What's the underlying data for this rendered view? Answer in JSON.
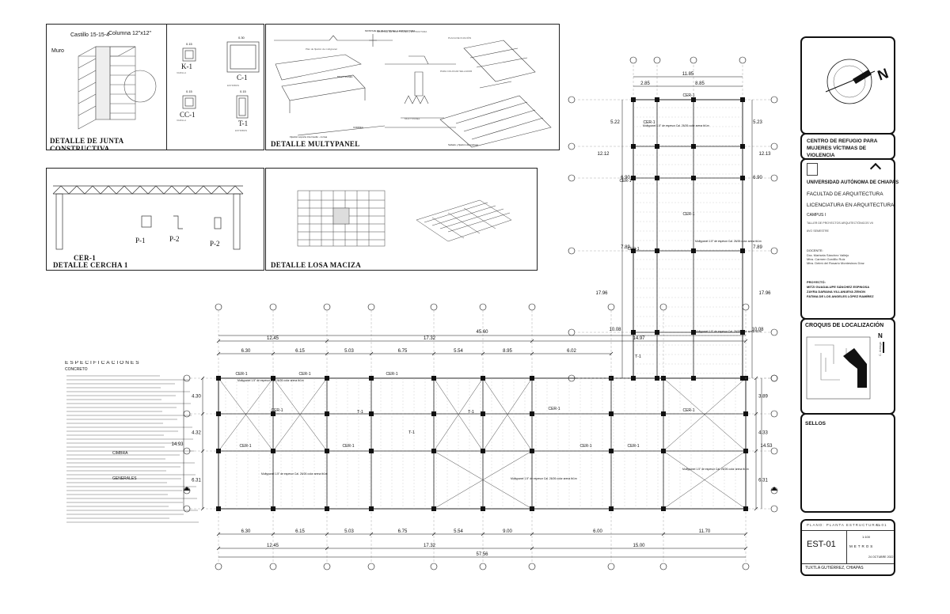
{
  "details": {
    "junta": {
      "title": "DETALLE DE JUNTA CONSTRUCTIVA",
      "castillo": "Castillo 15-15-4",
      "columna": "Columna 12\"x12\"",
      "muro": "Muro"
    },
    "secciones": {
      "k1": "K-1",
      "c1": "C-1",
      "cc1": "CC-1",
      "t1": "T-1",
      "k1_dim": "0.15",
      "c1_dim": "0.30",
      "cc1_dim": "0.15",
      "t1_dim": "0.15"
    },
    "multypanel": {
      "title": "DETALLE MULTYPANEL",
      "note_a": "MONTAJE DE MULTYPANEL A ESTRUCTURA",
      "note_b": "MULTYPANEL",
      "note_c": "CORREA",
      "note_d": "Fijación soporte intermedio - correa",
      "note_e": "Sellado y fijación de traslape"
    },
    "cercha": {
      "title_a": "CER-1",
      "title_b": "DETALLE CERCHA 1",
      "p1": "P-1",
      "p2": "P-2",
      "p2b": "P-2"
    },
    "losa": {
      "title": "DETALLE LOSA MACIZA"
    }
  },
  "specs": {
    "heading": "ESPECIFICACIONES",
    "sub_concreto": "CONCRETO",
    "sub_cimbra": "CIMBRA",
    "sub_generales": "GENERALES"
  },
  "plan": {
    "top_dims": [
      "12.45",
      "17.32",
      "14.97"
    ],
    "overall_top": "45.60",
    "mid_dims": [
      "6.30",
      "6.15",
      "5.03",
      "6.75",
      "5.54",
      "8.95",
      "6.02"
    ],
    "bottom_dims": [
      "6.30",
      "6.15",
      "5.03",
      "6.75",
      "5.54",
      "9.00",
      "6.00",
      "11.70"
    ],
    "bottom_dims2": [
      "12.45",
      "17.32",
      "15.00"
    ],
    "overall_bottom": "57.56",
    "left_dims": [
      "4.30",
      "4.32",
      "6.31"
    ],
    "left_total": "14.93",
    "right_dims": [
      "3.89",
      "4.33",
      "6.31"
    ],
    "right_total": "14.53",
    "wing_top": "11.85",
    "wing_top_a": "2.85",
    "wing_top_b": "8.85",
    "wing_left": [
      "5.22",
      "12.12",
      "6.90",
      "7.89",
      "17.96",
      "10.08"
    ],
    "wing_right": [
      "5.23",
      "12.13",
      "6.90",
      "7.89",
      "17.96",
      "10.08"
    ],
    "beam_label": "CER-1",
    "truss_label": "T-1",
    "panel_note": "Multypanel 1.5\" de espesor Cal. 26/26 color arena tb1m"
  },
  "title_block": {
    "project": "CENTRO DE REFUGIO PARA MUJERES VÍCTIMAS DE VIOLENCIA",
    "university": "UNIVERSIDAD AUTÓNOMA DE CHIAPAS",
    "faculty": "FACULTAD DE ARQUITECTURA",
    "degree": "LICENCIATURA EN ARQUITECTURA",
    "campus": "CAMPUS I",
    "course": "TALLER DE PROYECTOS ARQUITECTÓNICOS VII",
    "semester": "8VO SEMESTRE",
    "docente_label": "DOCENTE:",
    "docentes": [
      "Dra. Marisela Sánchez Vallejo",
      "Mtra. Carmen Gordillo Ruiz",
      "Mtra. Delmi del Rosario Montesinos Díaz"
    ],
    "proyecto_label": "PROYECTÓ:",
    "students": [
      "MITZI GUADALUPE SÁNCHEZ ESPINOSA",
      "ZAYRA DARIANA VILLANUEVA ZENON",
      "FATIMA DE LOS ANGELES LÓPEZ RAMÍREZ"
    ],
    "croquis": "CROQUIS DE LOCALIZACIÓN",
    "north": "N",
    "sellos": "SELLOS",
    "plano": "PLANO: PLANTA ESTRUCTURAL",
    "plano_code": "E-01",
    "sheet": "EST-01",
    "scale": "1:100",
    "units": "METROS",
    "date": "24 OCTUBRE 2022",
    "city": "TUXTLA GUTIÉRREZ, CHIAPAS"
  }
}
